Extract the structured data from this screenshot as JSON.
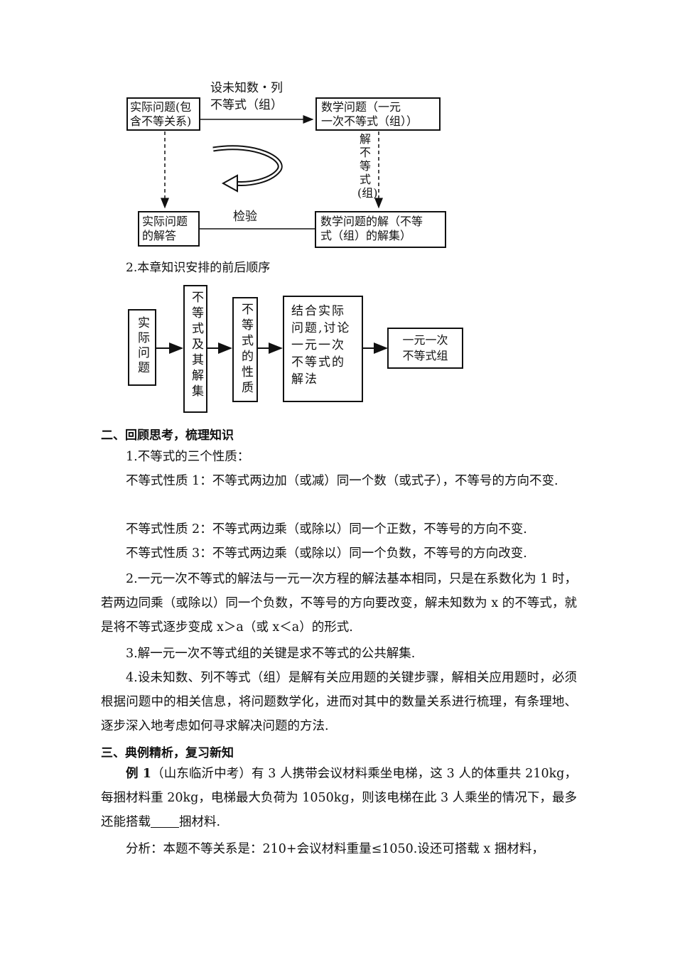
{
  "diagram1": {
    "top_label": [
      "设未知数・列",
      "不等式（组）"
    ],
    "box_real_problem": [
      "实际问题(包",
      "含不等关系)"
    ],
    "box_math_problem": [
      "数学问题（一元",
      "一次不等式（组））"
    ],
    "side_label": "解不等式(组)",
    "box_real_solution": [
      "实际问题",
      "的解答"
    ],
    "check_label": "检验",
    "box_math_solution": [
      "数学问题的解（不等",
      "式（组）的解集）"
    ]
  },
  "section2_title": "2.本章知识安排的前后顺序",
  "diagram2": {
    "box1": "实际问题",
    "box2": "不等式及其解集",
    "box3": "不等式的性质",
    "box4": [
      "结合实际",
      "问题,讨论",
      "一元一次",
      "不等式的",
      "解法"
    ],
    "box5": [
      "一元一次",
      "不等式组"
    ]
  },
  "heading2": "二、回顾思考，梳理知识",
  "p1": "1.不等式的三个性质：",
  "p2": "不等式性质 1：不等式两边加（或减）同一个数（或式子），不等号的方向不变.",
  "p3": "不等式性质 2：不等式两边乘（或除以）同一个正数，不等号的方向不变.",
  "p4": "不等式性质 3：不等式两边乘（或除以）同一个负数，不等号的方向改变.",
  "p5": "2.一元一次不等式的解法与一元一次方程的解法基本相同，只是在系数化为 1 时，若两边同乘（或除以）同一个负数，不等号的方向要改变，解未知数为 x 的不等式，就是将不等式逐步变成 x＞a（或 x＜a）的形式.",
  "p6": "3.解一元一次不等式组的关键是求不等式的公共解集.",
  "p7": "4.设未知数、列不等式（组）是解有关应用题的关键步骤，解相关应用题时，必须根据问题中的相关信息，将问题数学化，进而对其中的数量关系进行梳理，有条理地、逐步深入地考虑如何寻求解决问题的方法.",
  "heading3": "三、典例精析，复习新知",
  "ex1_label": "例 1",
  "ex1_text_a": "（山东临沂中考）有 3 人携带会议材料乘坐电梯，这 3 人的体重共 210kg，每捆材料重 20kg，电梯最大负荷为 1050kg，则该电梯在此 3 人乘坐的情况下，最多还能搭载",
  "ex1_text_b": "捆材料.",
  "p8": "分析：本题不等关系是：210+会议材料重量≤1050.设还可搭载 x 捆材料，"
}
